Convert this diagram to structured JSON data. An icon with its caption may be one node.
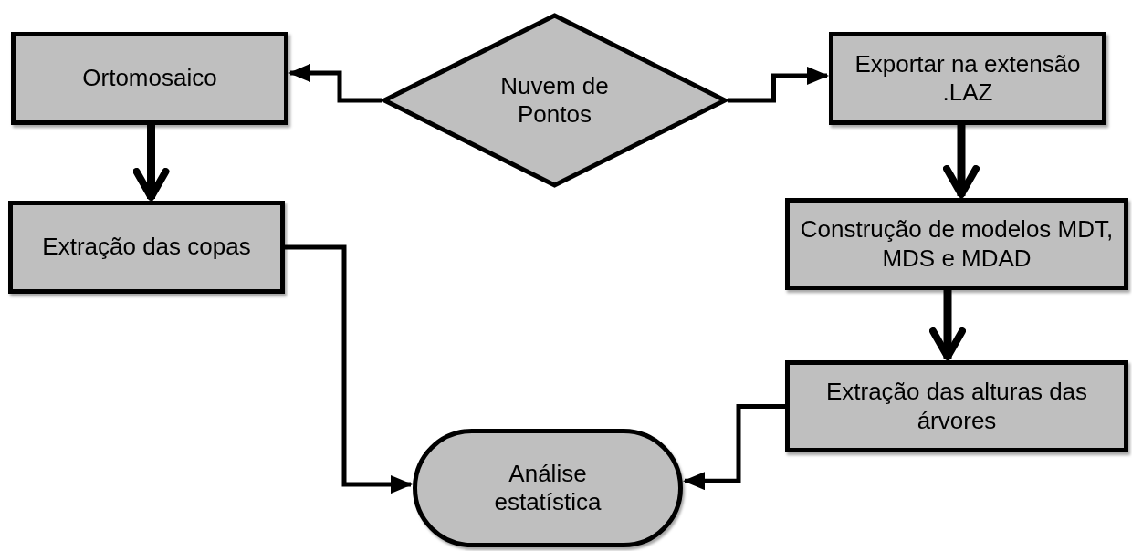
{
  "diagram": {
    "nodes": [
      {
        "text": [
          "Ortomosaico"
        ]
      },
      {
        "text": [
          "Nuvem de Pontos"
        ]
      },
      {
        "text": [
          "Exportar na extensão .LAZ"
        ]
      },
      {
        "text": [
          "Extração das copas"
        ]
      },
      {
        "text": [
          "Construção de modelos MDT, MDS e MDAD"
        ]
      },
      {
        "text": [
          "Extração das alturas das árvores"
        ]
      },
      {
        "text": [
          "Análise estatística"
        ]
      }
    ],
    "edges": [
      {
        "from": 1,
        "to": 0,
        "arrow": "to"
      },
      {
        "from": 1,
        "to": 2,
        "arrow": "to"
      },
      {
        "from": 0,
        "to": 3,
        "arrow": "to",
        "style": "thick"
      },
      {
        "from": 2,
        "to": 4,
        "arrow": "to",
        "style": "thick"
      },
      {
        "from": 4,
        "to": 5,
        "arrow": "to",
        "style": "thick"
      },
      {
        "from": 3,
        "to": 6,
        "arrow": "to"
      },
      {
        "from": 5,
        "to": 6,
        "arrow": "to"
      }
    ]
  }
}
